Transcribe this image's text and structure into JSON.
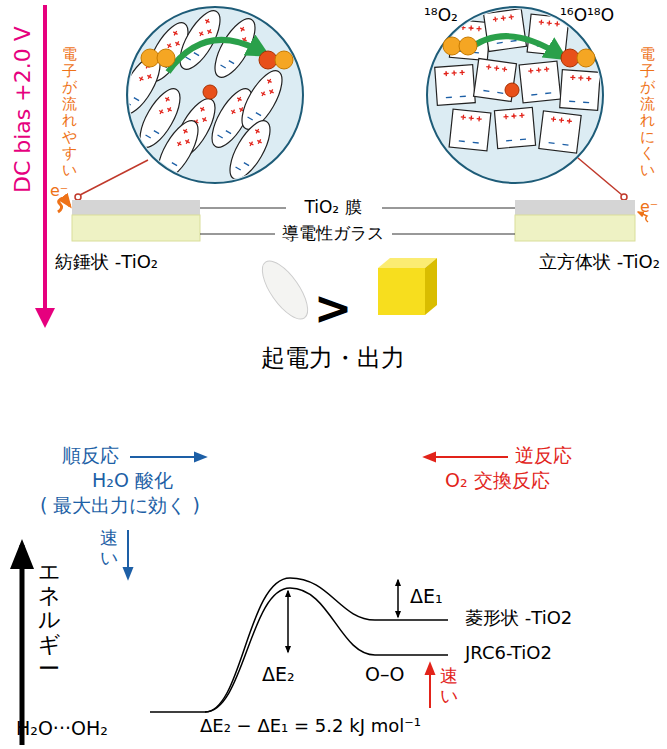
{
  "diagram": {
    "labels": [
      "DC bias +2.0 V",
      "電子が流れやすい",
      "¹⁸O₂",
      "¹⁶O¹⁸O",
      "電子が流れにくい",
      "e⁻",
      "TiO₂ 膜",
      "e⁻",
      "導電性ガラス",
      "紡錘状 -TiO₂",
      "立方体状 -TiO₂",
      ">",
      "起電力・出力",
      "順反応",
      "逆反応",
      "H₂O 酸化",
      "O₂ 交換反応",
      "( 最大出力に効く )",
      "ΔE₁",
      "菱形状 -TiO2",
      "速い",
      "ΔE₂",
      "JRC6-TiO2",
      "O–O",
      "速い",
      "エネルギー",
      "H₂O···OH₂",
      "ΔE₂ − ΔE₁ = 5.2 kJ mol⁻¹"
    ]
  }
}
